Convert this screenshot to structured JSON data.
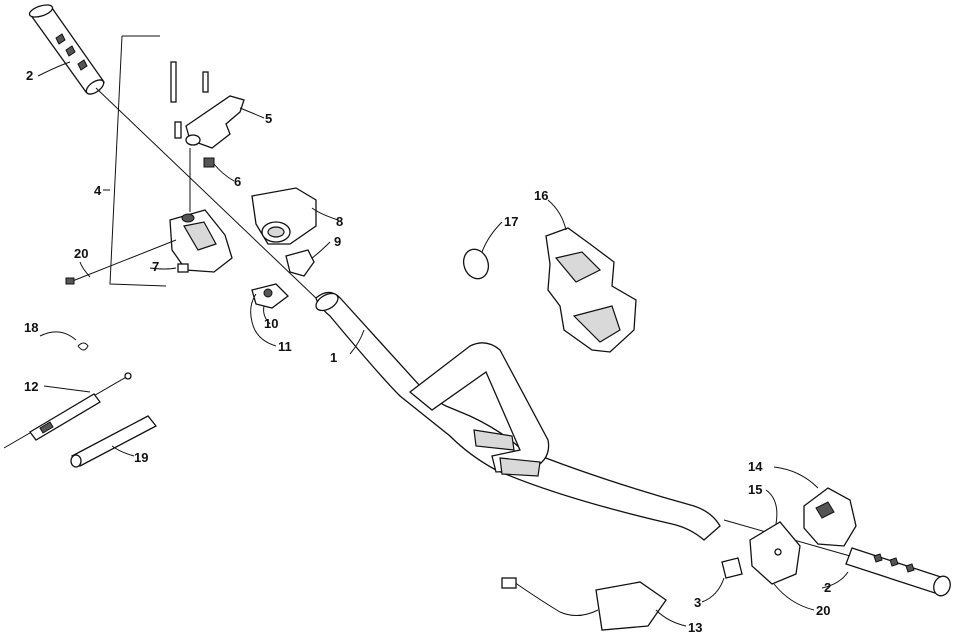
{
  "callouts": [
    {
      "id": "c1",
      "text": "1"
    },
    {
      "id": "c2a",
      "text": "2"
    },
    {
      "id": "c2b",
      "text": "2"
    },
    {
      "id": "c3",
      "text": "3"
    },
    {
      "id": "c4",
      "text": "4"
    },
    {
      "id": "c5",
      "text": "5"
    },
    {
      "id": "c6",
      "text": "6"
    },
    {
      "id": "c7",
      "text": "7"
    },
    {
      "id": "c8",
      "text": "8"
    },
    {
      "id": "c9",
      "text": "9"
    },
    {
      "id": "c10",
      "text": "10"
    },
    {
      "id": "c11",
      "text": "11"
    },
    {
      "id": "c12",
      "text": "12"
    },
    {
      "id": "c13",
      "text": "13"
    },
    {
      "id": "c14",
      "text": "14"
    },
    {
      "id": "c15",
      "text": "15"
    },
    {
      "id": "c16",
      "text": "16"
    },
    {
      "id": "c17",
      "text": "17"
    },
    {
      "id": "c18",
      "text": "18"
    },
    {
      "id": "c19",
      "text": "19"
    },
    {
      "id": "c20a",
      "text": "20"
    },
    {
      "id": "c20b",
      "text": "20"
    }
  ]
}
